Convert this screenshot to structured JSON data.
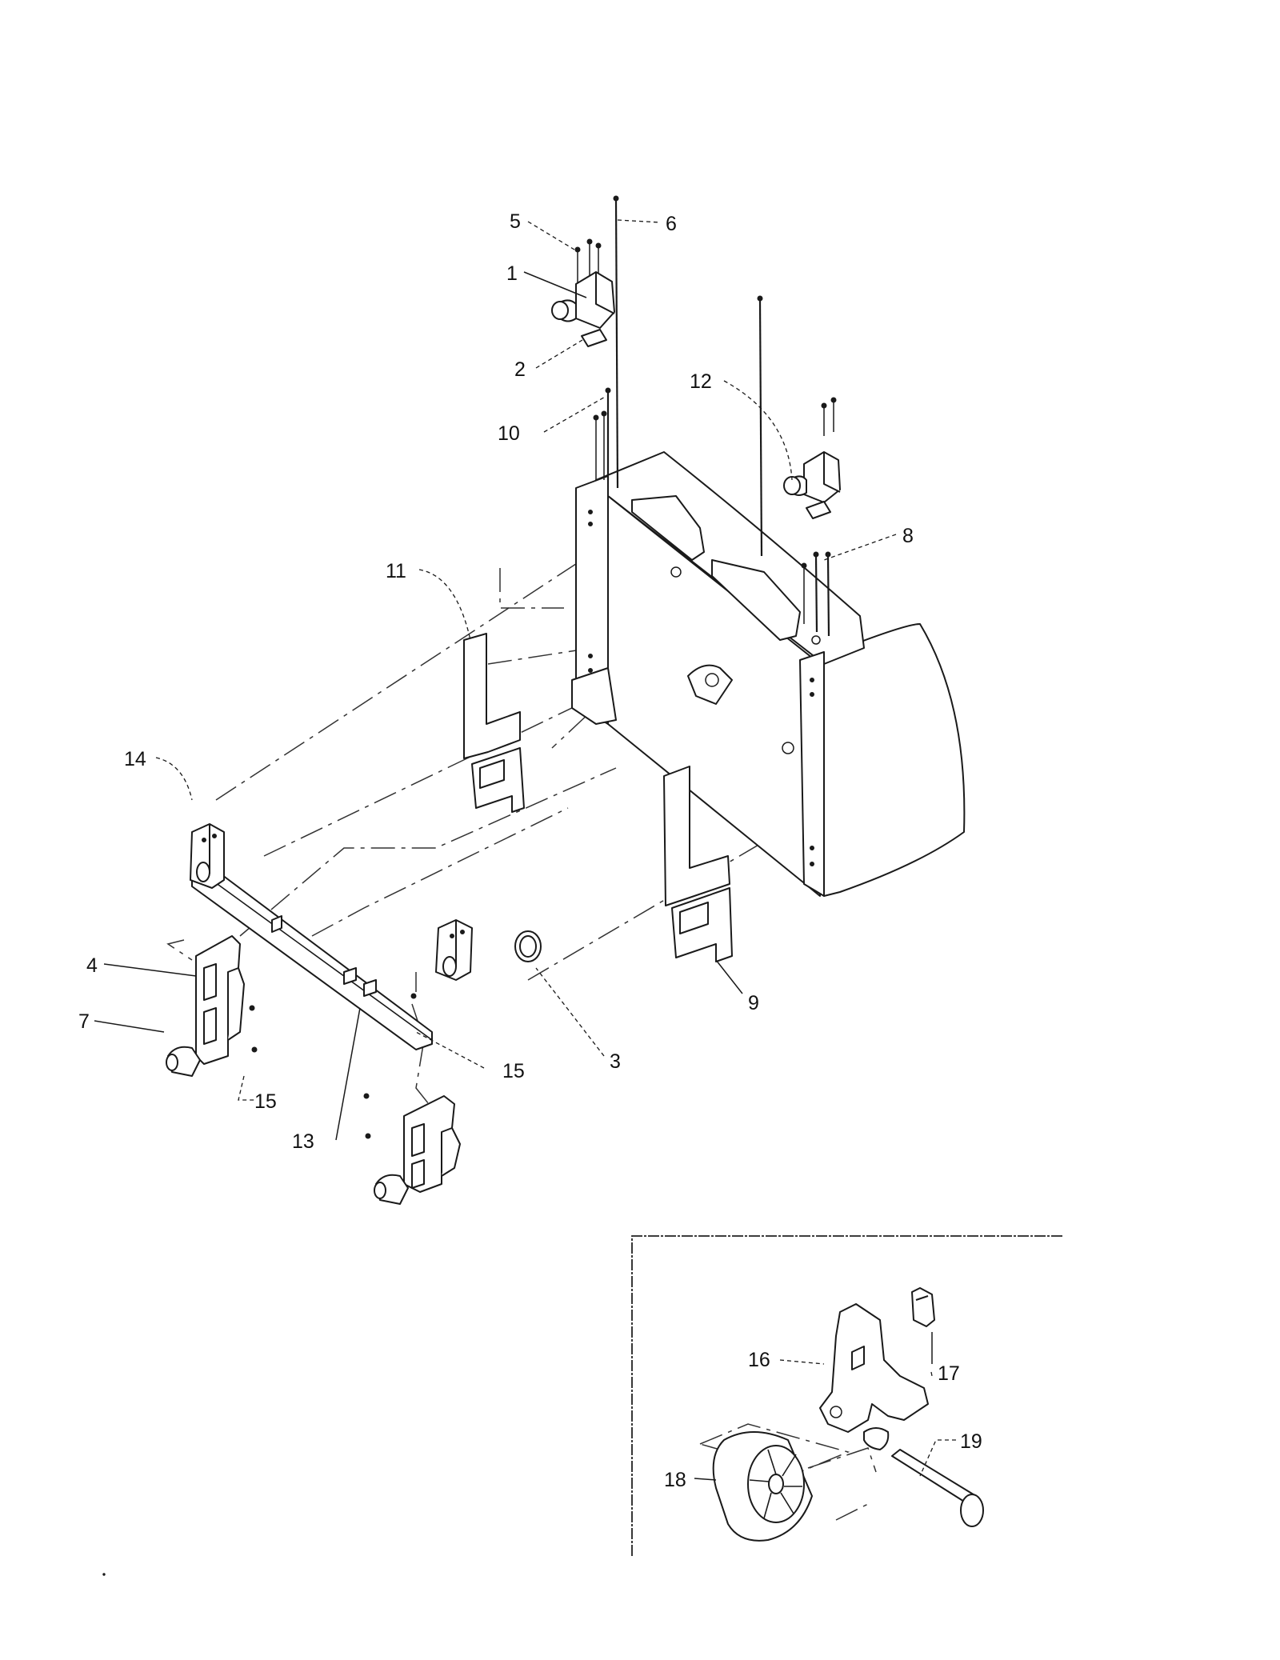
{
  "callouts": [
    {
      "id": "1",
      "label": "1"
    },
    {
      "id": "2",
      "label": "2"
    },
    {
      "id": "3",
      "label": "3"
    },
    {
      "id": "4",
      "label": "4"
    },
    {
      "id": "5",
      "label": "5"
    },
    {
      "id": "6",
      "label": "6"
    },
    {
      "id": "7",
      "label": "7"
    },
    {
      "id": "8",
      "label": "8"
    },
    {
      "id": "9",
      "label": "9"
    },
    {
      "id": "10",
      "label": "10"
    },
    {
      "id": "11",
      "label": "11"
    },
    {
      "id": "12",
      "label": "12"
    },
    {
      "id": "13",
      "label": "13"
    },
    {
      "id": "14",
      "label": "14"
    },
    {
      "id": "15a",
      "label": "15"
    },
    {
      "id": "15b",
      "label": "15"
    },
    {
      "id": "16",
      "label": "16"
    },
    {
      "id": "17",
      "label": "17"
    },
    {
      "id": "18",
      "label": "18"
    },
    {
      "id": "19",
      "label": "19"
    }
  ]
}
